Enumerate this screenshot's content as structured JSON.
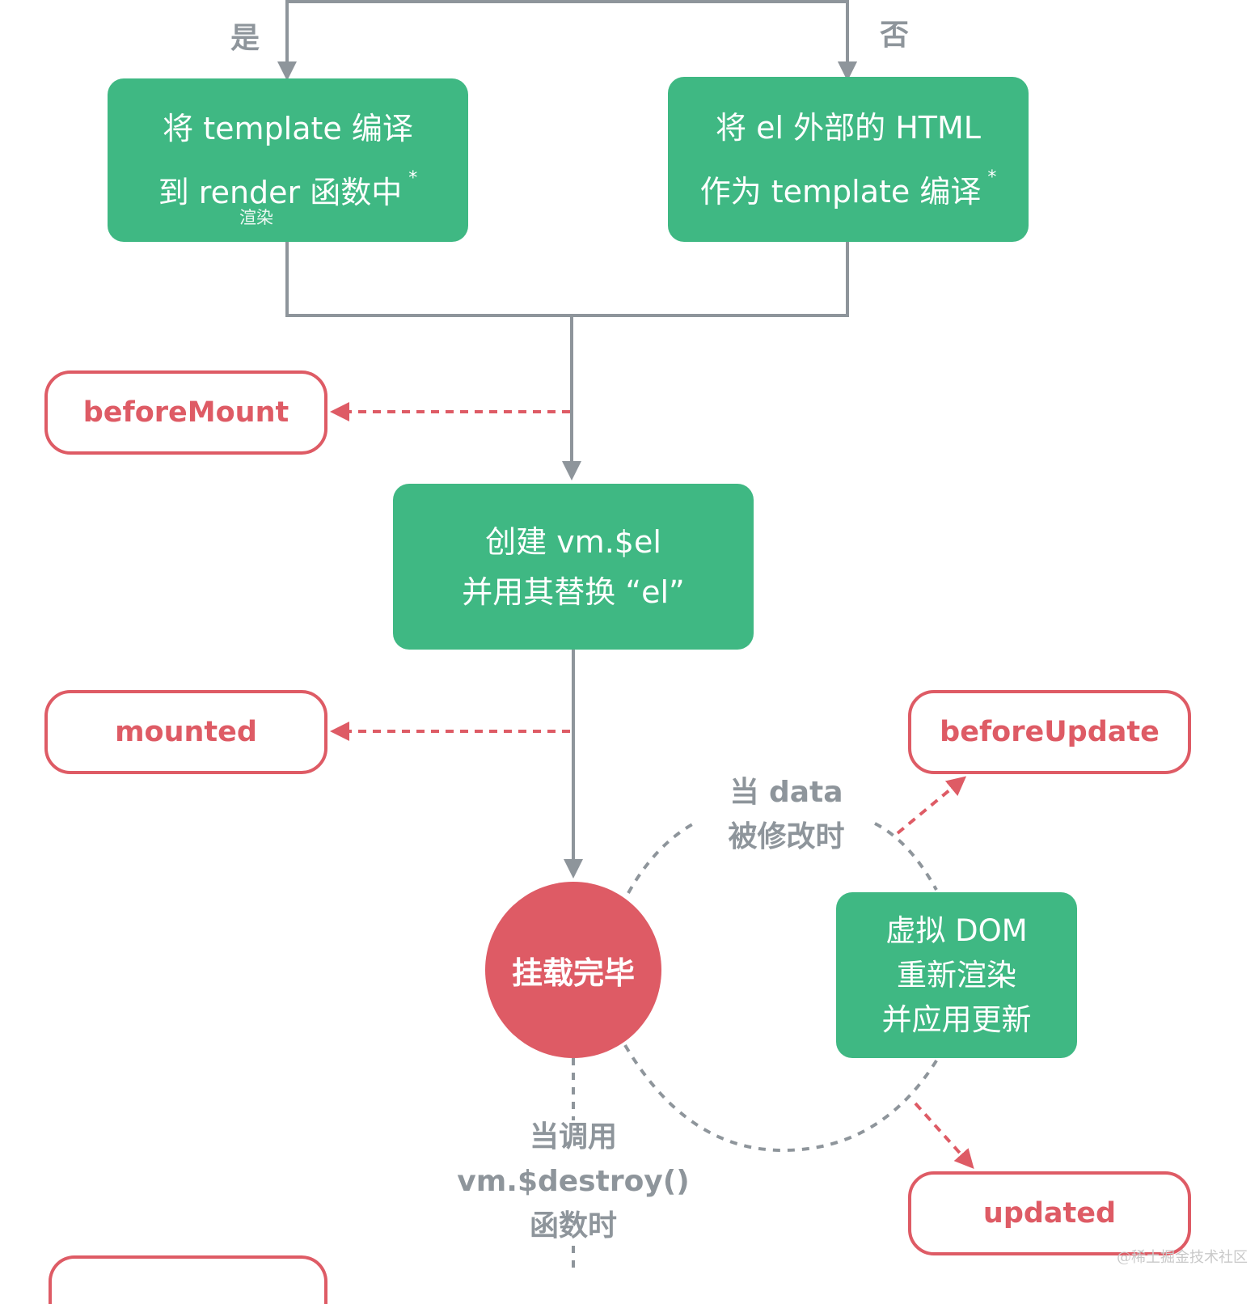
{
  "branch": {
    "yes": "是",
    "no": "否"
  },
  "nodes": {
    "compile_template": {
      "lines": [
        "将 template 编译",
        "到 render 函数中"
      ],
      "mark": "*",
      "note": "渲染"
    },
    "compile_el": {
      "lines": [
        "将 el 外部的 HTML",
        "作为 template 编译"
      ],
      "mark": "*"
    },
    "create_el": {
      "lines": [
        "创建  vm.$el",
        "并用其替换 “el”"
      ]
    },
    "mounted_state": {
      "label": "挂载完毕"
    },
    "vdom_rerender": {
      "lines": [
        "虚拟 DOM",
        "重新渲染",
        "并应用更新"
      ]
    }
  },
  "hooks": {
    "before_mount": "beforeMount",
    "mounted": "mounted",
    "before_update": "beforeUpdate",
    "updated": "updated"
  },
  "labels": {
    "data_changed": [
      "当 data",
      "被修改时"
    ],
    "call_destroy": [
      "当调用",
      "vm.$destroy()",
      "函数时"
    ]
  },
  "colors": {
    "green": "#3fb883",
    "red": "#de5b65",
    "gray": "#8e959b"
  },
  "watermark": "@稀土掘金技术社区"
}
